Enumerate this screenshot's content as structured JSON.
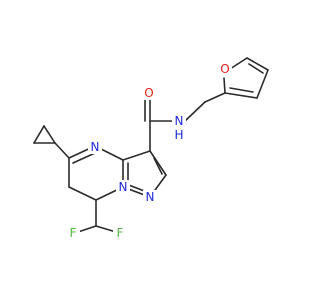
{
  "colors": {
    "bond": "#2b2b2b",
    "carbon": "#2b2b2b",
    "nitrogen": "#1f2bd6",
    "oxygen": "#e0201b",
    "fluorine": "#57b547",
    "background": "#ffffff"
  },
  "atom_labels": {
    "o_carbonyl": "O",
    "n_amide": "N",
    "h_amide": "H",
    "o_furan": "O",
    "n_ring_pyrimidine": "N",
    "n_ring_bridge": "N",
    "n_ring_pyrazole": "N",
    "f_left": "F",
    "f_right": "F"
  }
}
